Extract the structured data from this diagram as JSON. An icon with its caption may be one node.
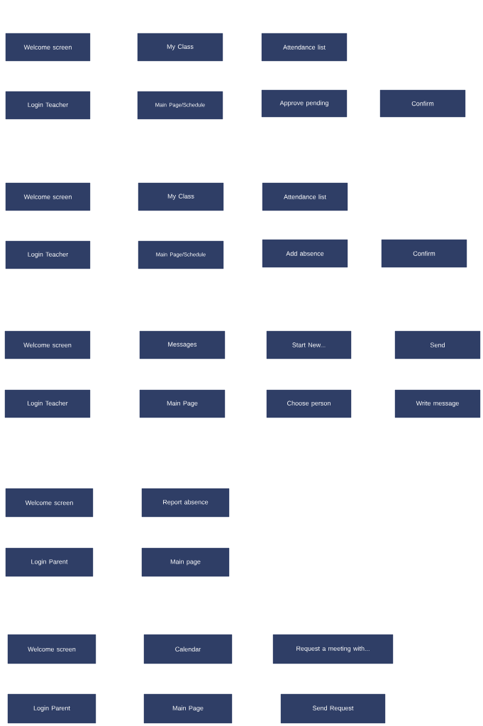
{
  "diagram": {
    "nodes": [
      {
        "text": [
          "Welcome screen"
        ]
      },
      {
        "text": [
          "My Class"
        ]
      },
      {
        "text": [
          "Attendance list"
        ]
      },
      {
        "text": [
          "Login Teacher"
        ]
      },
      {
        "text": [
          "Main Page/Schedule"
        ]
      },
      {
        "text": [
          "Approve pending"
        ]
      },
      {
        "text": [
          "Confirm"
        ]
      },
      {
        "text": [
          "Welcome screen"
        ]
      },
      {
        "text": [
          "My Class"
        ]
      },
      {
        "text": [
          "Attendance list"
        ]
      },
      {
        "text": [
          "Login Teacher"
        ]
      },
      {
        "text": [
          "Main Page/Schedule"
        ]
      },
      {
        "text": [
          "Add absence"
        ]
      },
      {
        "text": [
          "Confirm"
        ]
      },
      {
        "text": [
          "Welcome screen"
        ]
      },
      {
        "text": [
          "Messages"
        ]
      },
      {
        "text": [
          "Start New..."
        ]
      },
      {
        "text": [
          "Send"
        ]
      },
      {
        "text": [
          "Login Teacher"
        ]
      },
      {
        "text": [
          "Main Page"
        ]
      },
      {
        "text": [
          "Choose person"
        ]
      },
      {
        "text": [
          "Write message"
        ]
      },
      {
        "text": [
          "Welcome screen"
        ]
      },
      {
        "text": [
          "Report absence"
        ]
      },
      {
        "text": [
          "Login Parent"
        ]
      },
      {
        "text": [
          "Main page"
        ]
      },
      {
        "text": [
          "Welcome screen"
        ]
      },
      {
        "text": [
          "Calendar"
        ]
      },
      {
        "text": [
          "Request a meeting with..."
        ]
      },
      {
        "text": [
          "Login Parent"
        ]
      },
      {
        "text": [
          "Main Page"
        ]
      },
      {
        "text": [
          "Send Request"
        ]
      }
    ]
  }
}
